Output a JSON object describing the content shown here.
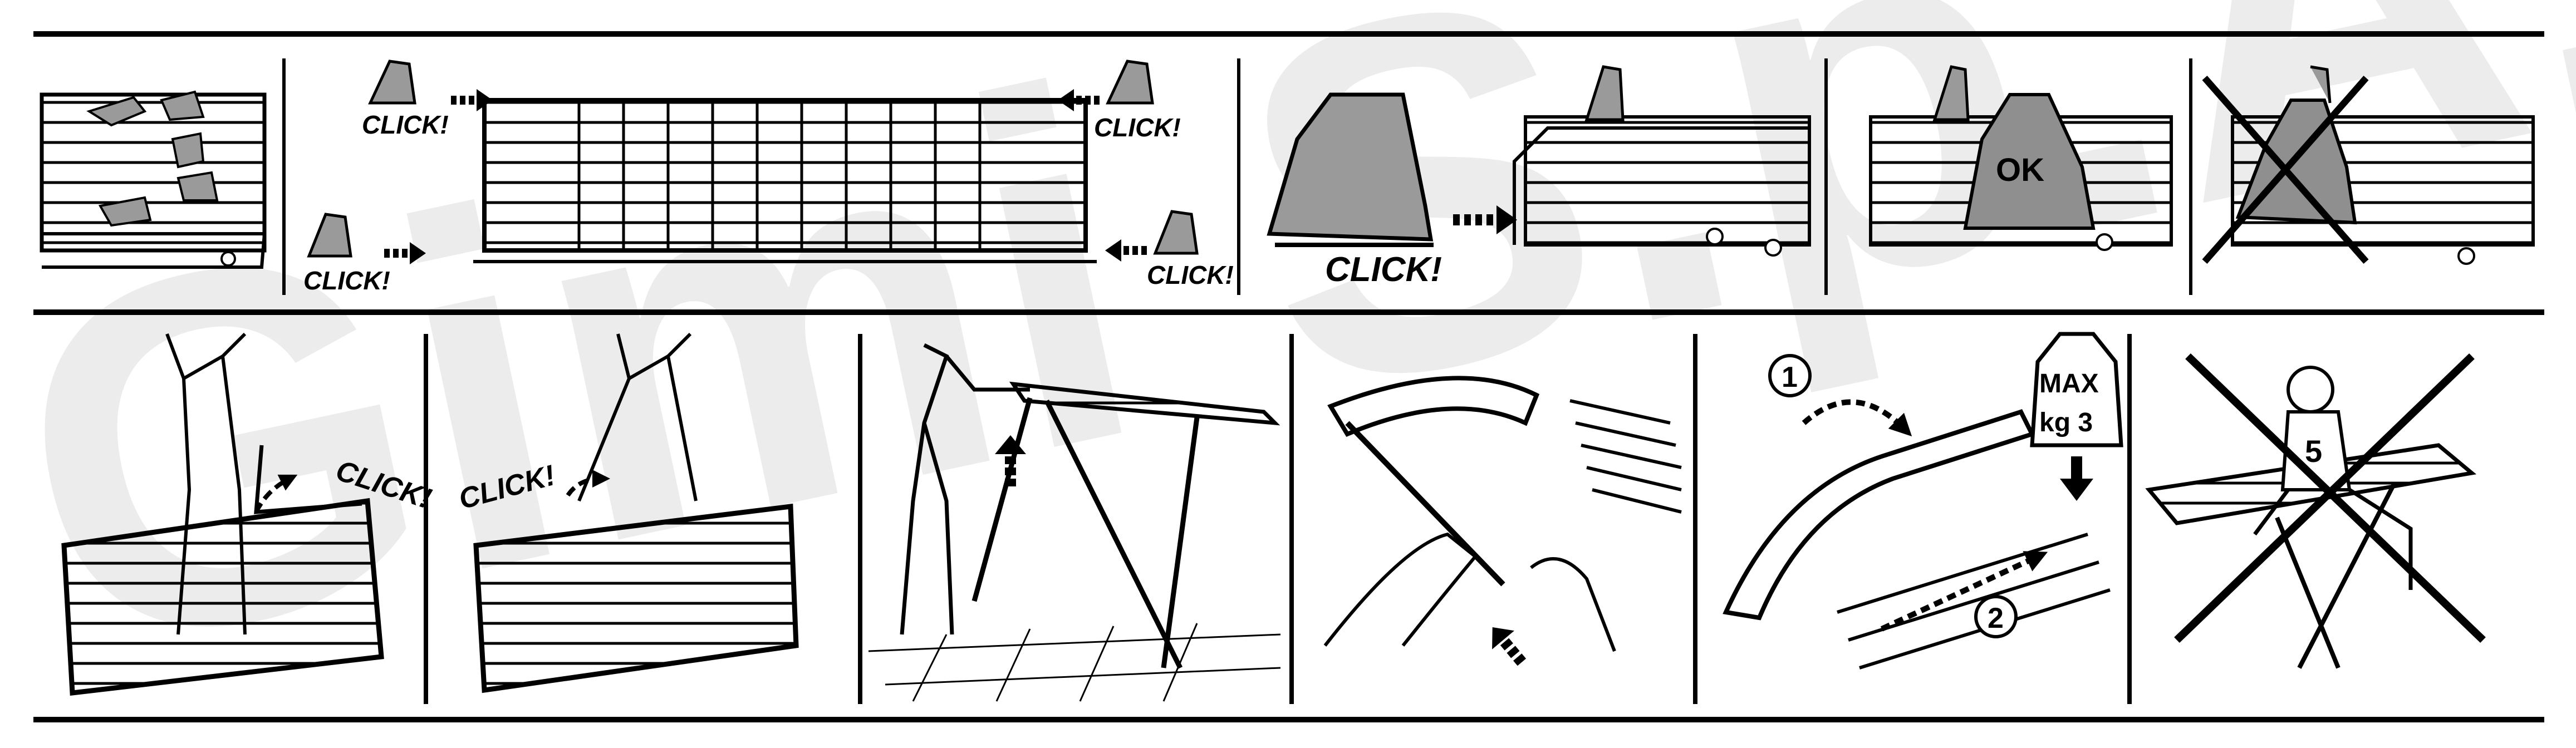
{
  "watermark": "Gimi S.p.A.",
  "labels": {
    "click": "CLICK!",
    "ok": "OK",
    "max_line1": "MAX",
    "max_line2": "kg 3",
    "step1": "1",
    "step2": "2",
    "shirt_number": "5"
  },
  "colors": {
    "ink": "#000000",
    "paper": "#ffffff",
    "part_fill": "#9a9a9a",
    "part_dark": "#6e6e6e",
    "ok_fill": "#8f8f8f"
  }
}
